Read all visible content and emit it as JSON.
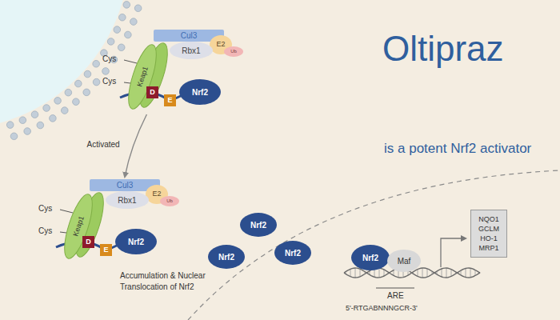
{
  "diagram": {
    "title": "Oltipraz",
    "caption": "is a potent Nrf2 activator",
    "nodes": [
      {
        "text": [
          "Cul3"
        ]
      },
      {
        "text": [
          "E2"
        ]
      },
      {
        "text": [
          "Ub"
        ]
      },
      {
        "text": [
          "Rbx1"
        ]
      },
      {
        "text": [
          "Keap1"
        ]
      },
      {
        "text": [
          "D"
        ]
      },
      {
        "text": [
          "E"
        ]
      },
      {
        "text": [
          "Nrf2"
        ]
      },
      {
        "text": [
          "Cul3"
        ]
      },
      {
        "text": [
          "E2"
        ]
      },
      {
        "text": [
          "Ub"
        ]
      },
      {
        "text": [
          "Rbx1"
        ]
      },
      {
        "text": [
          "Keap1"
        ]
      },
      {
        "text": [
          "D"
        ]
      },
      {
        "text": [
          "E"
        ]
      },
      {
        "text": [
          "Nrf2"
        ]
      },
      {
        "text": [
          "Nrf2"
        ]
      },
      {
        "text": [
          "Nrf2"
        ]
      },
      {
        "text": [
          "Nrf2"
        ]
      },
      {
        "text": [
          "Nrf2"
        ]
      },
      {
        "text": [
          "Maf"
        ]
      },
      {
        "text": [
          "NQO1 GCLM HO-1 MRP1"
        ]
      }
    ],
    "edges": [
      {
        "from": 4,
        "to": 8,
        "arrow": "to",
        "label": "Activated"
      }
    ],
    "labels": [
      "Cys",
      "Cys",
      "Cys",
      "Cys",
      "Accumulation & Nuclear Translocation of Nrf2",
      "ARE",
      "5'-RTGABNNNGCR-3'"
    ]
  }
}
